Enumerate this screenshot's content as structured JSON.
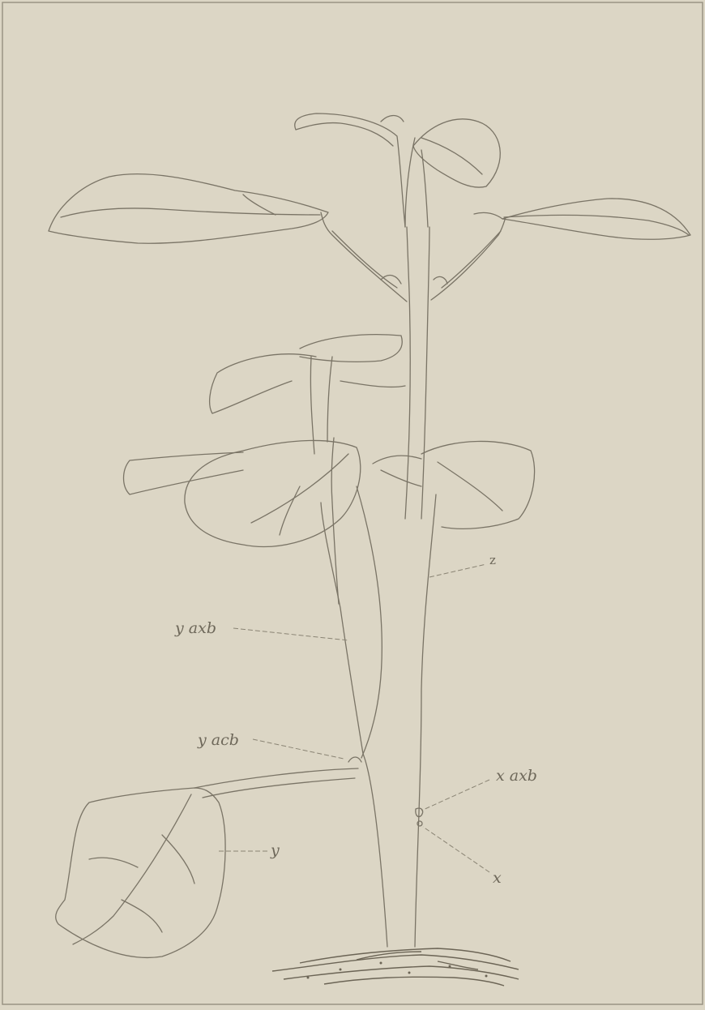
{
  "labels": {
    "z": "z",
    "y_axb_upper": "y axb",
    "y_axb_lower": "y acb",
    "x_axb": "x axb",
    "y": "y",
    "x": "x"
  },
  "colors": {
    "paper": "#dcd6c5",
    "ink": "#7a7466",
    "soil": "#6b6455",
    "border": "#9a9484"
  }
}
